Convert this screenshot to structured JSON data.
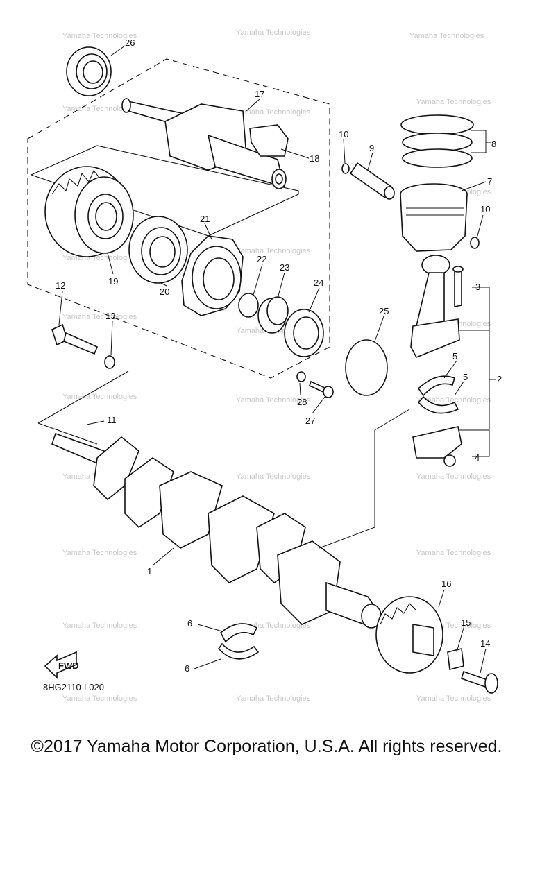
{
  "diagram": {
    "part_numbers": [
      "1",
      "2",
      "3",
      "4",
      "5",
      "5",
      "6",
      "6",
      "7",
      "8",
      "9",
      "10",
      "10",
      "11",
      "12",
      "13",
      "14",
      "15",
      "16",
      "17",
      "18",
      "19",
      "20",
      "21",
      "22",
      "23",
      "24",
      "25",
      "26",
      "27",
      "28"
    ],
    "drawing_code": "8HG2110-L020",
    "fwd_label": "FWD",
    "watermark": "Yamaha Technologies"
  },
  "footer": {
    "copyright": "©2017 Yamaha Motor Corporation, U.S.A. All rights reserved."
  }
}
